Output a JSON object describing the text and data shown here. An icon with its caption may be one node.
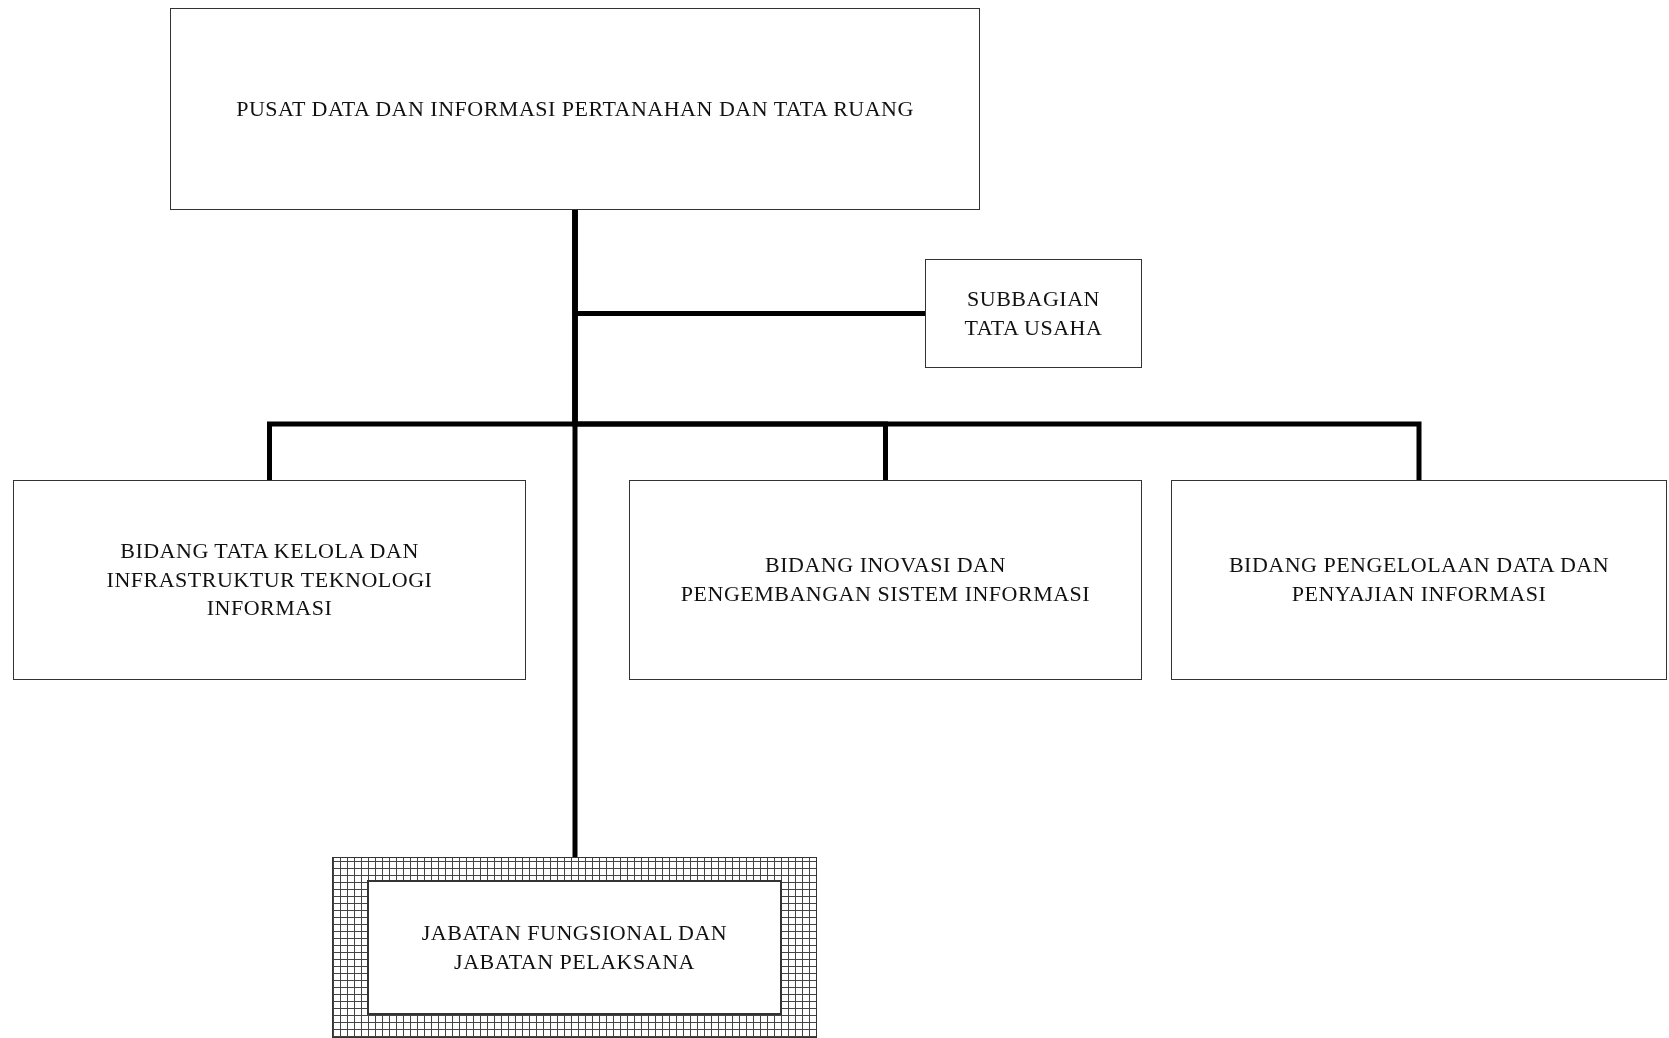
{
  "diagram": {
    "nodes": [
      {
        "text": [
          "PUSAT DATA DAN INFORMASI PERTANAHAN DAN TATA RUANG"
        ]
      },
      {
        "text": [
          "SUBBAGIAN TATA USAHA"
        ]
      },
      {
        "text": [
          "BIDANG TATA KELOLA DAN INFRASTRUKTUR TEKNOLOGI INFORMASI"
        ]
      },
      {
        "text": [
          "BIDANG INOVASI DAN PENGEMBANGAN SISTEM INFORMASI"
        ]
      },
      {
        "text": [
          "BIDANG PENGELOLAAN DATA DAN PENYAJIAN INFORMASI"
        ]
      },
      {
        "text": [
          "JABATAN FUNGSIONAL DAN JABATAN PELAKSANA"
        ]
      }
    ],
    "edges": [
      {
        "from": 0,
        "to": 1,
        "arrow": "none"
      },
      {
        "from": 0,
        "to": 2,
        "arrow": "none"
      },
      {
        "from": 0,
        "to": 3,
        "arrow": "none"
      },
      {
        "from": 0,
        "to": 4,
        "arrow": "none"
      },
      {
        "from": 0,
        "to": 5,
        "arrow": "none"
      }
    ]
  }
}
